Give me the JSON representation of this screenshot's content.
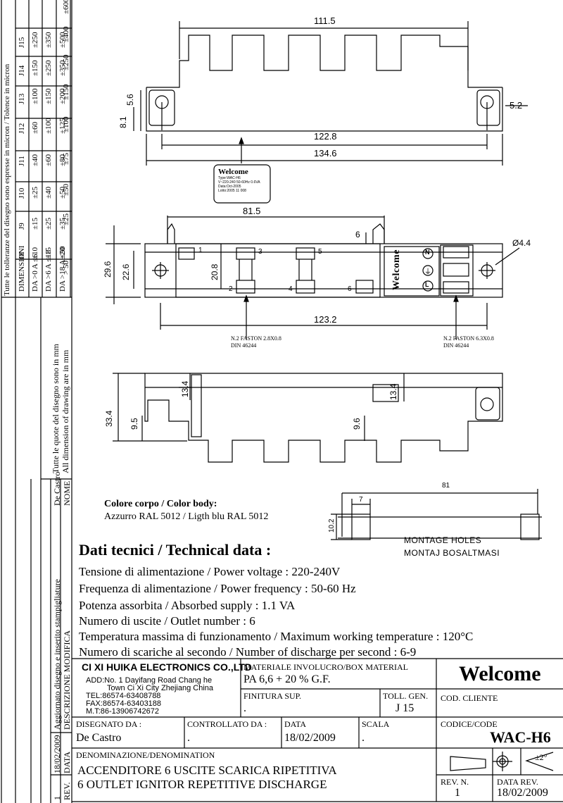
{
  "tolerance_table": {
    "title": "Tutte le tolleranze del disegno sono espresse in micron / Tolence in micron",
    "header": [
      "DIMENSIONI",
      "J8",
      "J9",
      "J10",
      "J11",
      "J12",
      "J13",
      "J14",
      "J15"
    ],
    "rows": [
      [
        "DA >0 A ≤6",
        "±10",
        "±15",
        "±25",
        "±40",
        "±60",
        "±100",
        "±150",
        "±250"
      ],
      [
        "DA >6 A ≤18",
        "±15",
        "±25",
        "±40",
        "±60",
        "±100",
        "±150",
        "±250",
        "±350"
      ],
      [
        "DA >18 A ≤50",
        "±20",
        "±35",
        "±50",
        "±80",
        "±125",
        "±200",
        "±350",
        "±500"
      ],
      [
        "> 50",
        "±25",
        "±50",
        "±75",
        "±100",
        "±150",
        "±250",
        "±400",
        "±600"
      ]
    ]
  },
  "side_notes": {
    "quote_it": "Tutte le quote del disegno sono in mm",
    "quote_en": "All dimension of drawing are in mm",
    "revision_name": "De Castro",
    "nome": "NOME",
    "rev_desc": "Aggiornato disegno e inserito stampigliature",
    "desc_header": "DESCRIZIONE MODIFICA",
    "rev_date": "18/02/2009",
    "data_header": "DATA",
    "rev_number": "1",
    "rev_header": "REV."
  },
  "dimensions": {
    "top_width": "111.5",
    "d_5_6": "5.6",
    "d_8_1": "8.1",
    "d_5_2": "5.2",
    "d_122_8": "122.8",
    "d_134_6": "134.6",
    "d_81_5": "81.5",
    "d_6": "6",
    "d_29_6": "29.6",
    "d_22_6": "22.6",
    "d_20_8": "20.8",
    "d_4_4": "Ø4.4",
    "d_123_2": "123.2",
    "d_13_4a": "13.4",
    "d_13_4b": "13.4",
    "d_33_4": "33.4",
    "d_9_5": "9.5",
    "d_9_6": "9.6",
    "m_81": "81",
    "m_7": "7",
    "m_10_2": "10.2"
  },
  "terminals": [
    "1",
    "2",
    "3",
    "4",
    "5",
    "6"
  ],
  "faston_left": [
    "N.2 FASTON 2.8X0.8",
    "DIN 46244"
  ],
  "faston_right": [
    "N.2 FASTON 6.3X0.8",
    "DIN 46244"
  ],
  "label_sticker": {
    "brand": "Welcome",
    "lines": [
      "Type:WAC-H6",
      "V~220-240 50-60Hz 0.6VA",
      "Data:Oct-2005",
      "Lotto:2005 11 008"
    ]
  },
  "brand": "Welcome",
  "color_body": {
    "title": "Colore corpo / Color body:",
    "value": "Azzurro RAL 5012 / Ligth blu RAL 5012"
  },
  "montage": {
    "line1": "MONTAGE HOLES",
    "line2": "MONTAJ BOSALTMASI"
  },
  "technical": {
    "title": "Dati tecnici / Technical data :",
    "specs": [
      "Tensione di alimentazione / Power voltage : 220-240V",
      "Frequenza di alimentazione / Power frequency : 50-60 Hz",
      "Potenza assorbita / Absorbed supply : 1.1 VA",
      "Numero di uscite / Outlet number : 6",
      "Temperatura massima di funzionamento / Maximum working temperature : 120°C",
      "Numero di scariche al secondo / Number of discharge per second : 6-9"
    ]
  },
  "company": {
    "name": "CI XI HUIKA ELECTRONICS CO.,LTD",
    "address1": "ADD:No. 1 Dayifang Road Chang he",
    "address2": "Town Ci Xi City Zhejiang China",
    "tel": "TEL:86574-63408788",
    "fax": "FAX:86574-63403188",
    "mobile": "M.T:86-13906742672"
  },
  "title_block": {
    "material_label": "MATERIALE INVOLUCRO/BOX MATERIAL",
    "material_value": "PA 6,6 + 20 % G.F.",
    "finish_label": "FINITURA SUP.",
    "finish_value": ".",
    "toll_label": "TOLL. GEN.",
    "toll_value": "J 15",
    "client_label": "COD. CLIENTE",
    "designed_label": "DISEGNATO DA :",
    "designed_value": "De Castro",
    "checked_label": "CONTROLLATO DA :",
    "checked_value": ".",
    "date_label": "DATA",
    "date_value": "18/02/2009",
    "scale_label": "SCALA",
    "scale_value": ".",
    "code_label": "CODICE/CODE",
    "code_value": "WAC-H6",
    "denom_label": "DENOMINAZIONE/DENOMINATION",
    "denom_it": "ACCENDITORE 6 USCITE SCARICA RIPETITIVA",
    "denom_en": "6 OUTLET IGNITOR REPETITIVE DISCHARGE",
    "rev_label": "REV. N.",
    "rev_value": "1",
    "datarev_label": "DATA REV.",
    "datarev_value": "18/02/2009",
    "tolerance_symbol": "±2°"
  }
}
